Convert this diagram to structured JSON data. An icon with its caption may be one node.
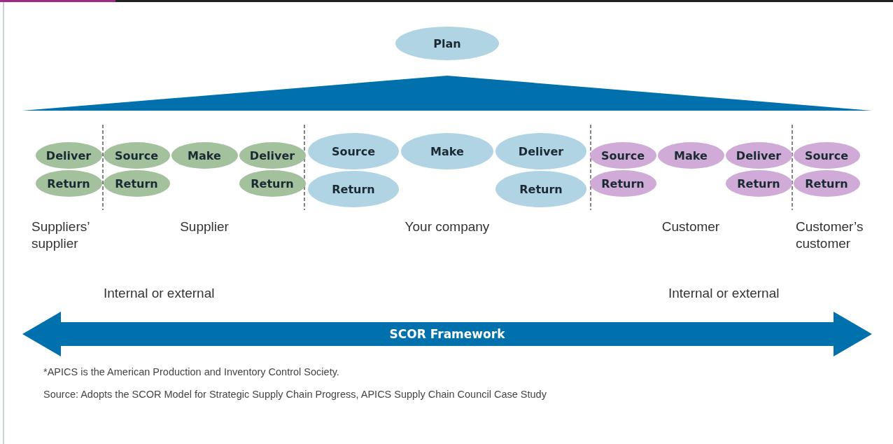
{
  "diagram": {
    "nodes": [
      {
        "text": [
          "Plan"
        ]
      },
      {
        "text": [
          "Deliver"
        ]
      },
      {
        "text": [
          "Source"
        ]
      },
      {
        "text": [
          "Make"
        ]
      },
      {
        "text": [
          "Deliver"
        ]
      },
      {
        "text": [
          "Source"
        ]
      },
      {
        "text": [
          "Make"
        ]
      },
      {
        "text": [
          "Deliver"
        ]
      },
      {
        "text": [
          "Source"
        ]
      },
      {
        "text": [
          "Make"
        ]
      },
      {
        "text": [
          "Deliver"
        ]
      },
      {
        "text": [
          "Source"
        ]
      },
      {
        "text": [
          "Return"
        ]
      },
      {
        "text": [
          "Return"
        ]
      },
      {
        "text": [
          "Return"
        ]
      },
      {
        "text": [
          "Return"
        ]
      },
      {
        "text": [
          "Return"
        ]
      },
      {
        "text": [
          "Return"
        ]
      },
      {
        "text": [
          "Return"
        ]
      },
      {
        "text": [
          "Return"
        ]
      },
      {
        "text": [
          "SCOR Framework"
        ]
      },
      {
        "text": [],
        "shape": "triangle"
      }
    ],
    "edges": [],
    "labels": [
      "Suppliers’ supplier",
      "Supplier",
      "Your company",
      "Customer",
      "Customer’s customer",
      "Internal or external",
      "Internal or external",
      "*APICS is the American Production and Inventory Control Society.",
      "Source: Adopts the SCOR Model for Strategic Supply Chain Progress, APICS Supply Chain Council Case Study"
    ]
  }
}
